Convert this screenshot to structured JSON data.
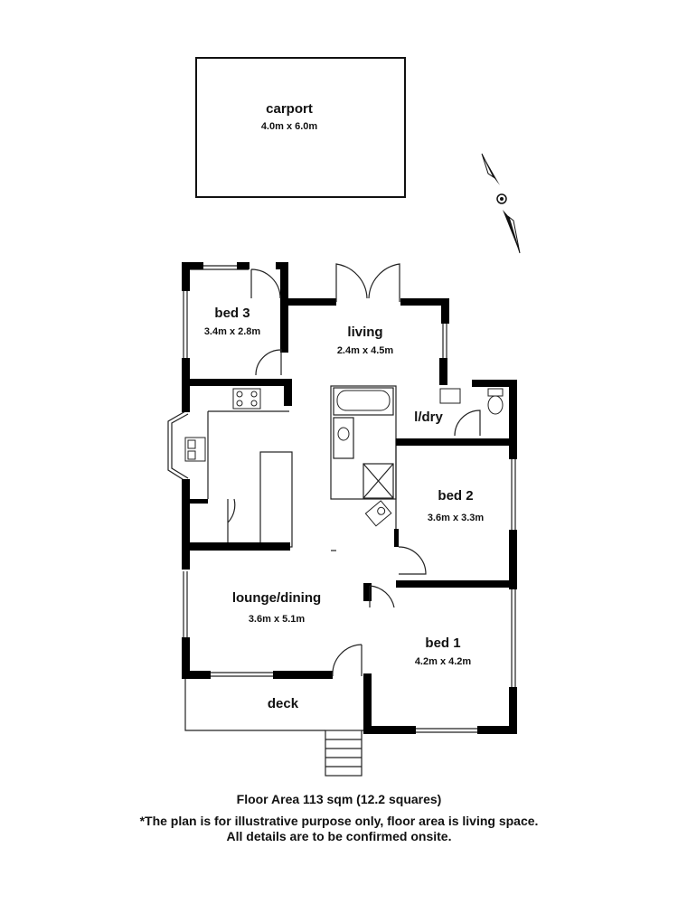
{
  "rooms": {
    "carport": {
      "name": "carport",
      "dims": "4.0m x 6.0m"
    },
    "bed3": {
      "name": "bed 3",
      "dims": "3.4m x 2.8m"
    },
    "living": {
      "name": "living",
      "dims": "2.4m x 4.5m"
    },
    "ldry": {
      "name": "l/dry"
    },
    "bed2": {
      "name": "bed 2",
      "dims": "3.6m x 3.3m"
    },
    "lounge": {
      "name": "lounge/dining",
      "dims": "3.6m x 5.1m"
    },
    "bed1": {
      "name": "bed 1",
      "dims": "4.2m x 4.2m"
    },
    "deck": {
      "name": "deck"
    }
  },
  "footer": {
    "area": "Floor Area 113 sqm (12.2 squares)",
    "note_line1": "*The plan is for illustrative purpose only, floor area is living space.",
    "note_line2": "All details are to be confirmed onsite."
  },
  "colors": {
    "wall": "#000000",
    "line": "#222222",
    "background": "#ffffff"
  }
}
